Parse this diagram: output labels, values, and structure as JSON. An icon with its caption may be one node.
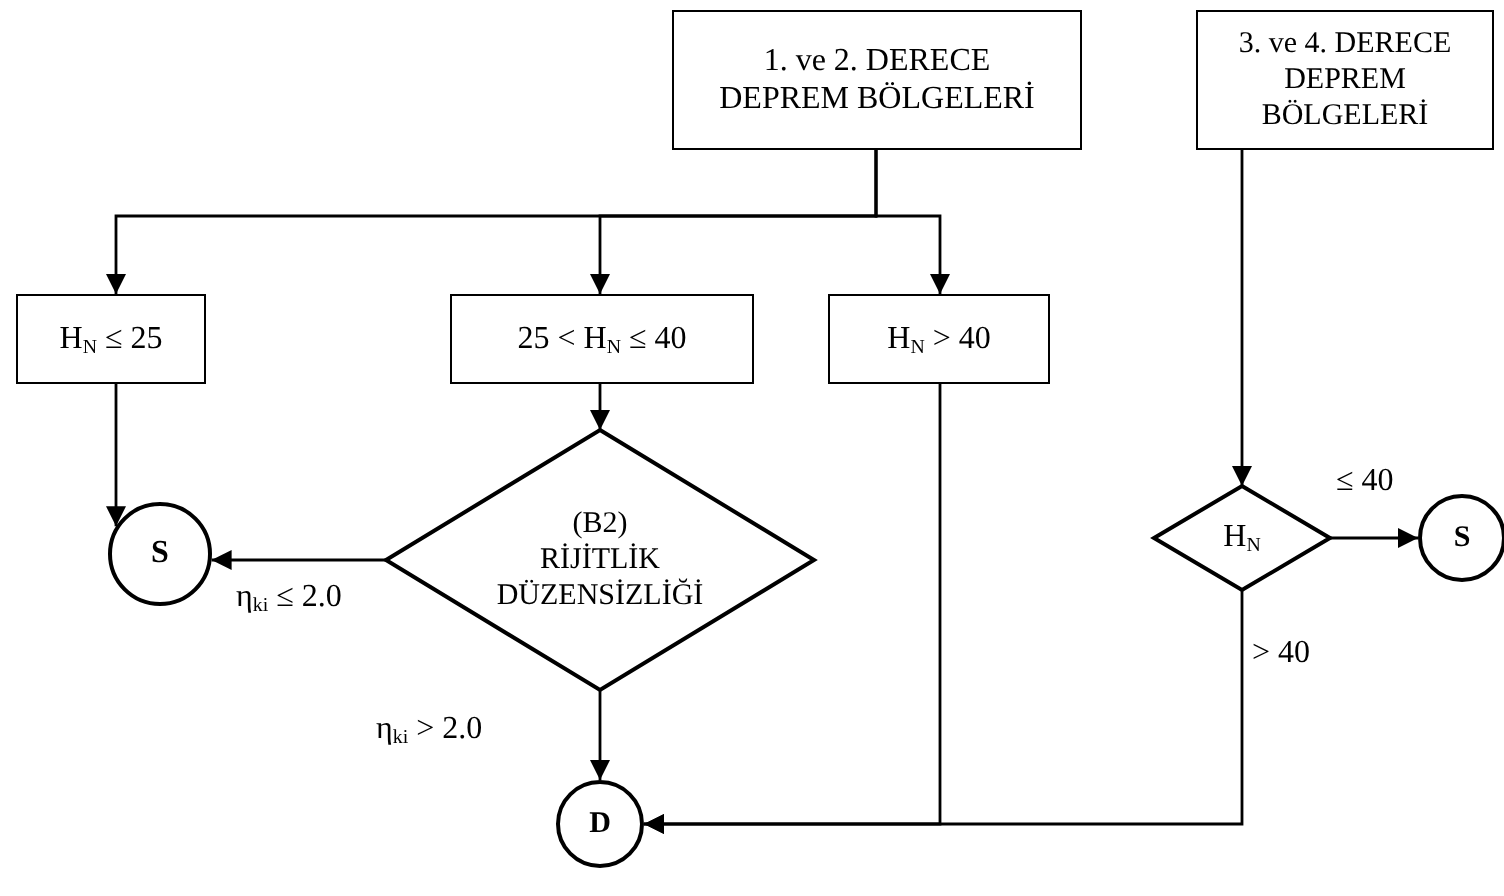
{
  "diagram": {
    "nodes": [
      {
        "text": [
          "1. ve 2. DERECE DEPREM BÖLGELERİ"
        ]
      },
      {
        "text": [
          "3. ve 4. DERECE DEPREM BÖLGELERİ"
        ]
      },
      {
        "text": [
          "H$_{N}$ ≤ 25"
        ]
      },
      {
        "text": [
          "25 < H$_{N}$ ≤ 40"
        ]
      },
      {
        "text": [
          "H$_{N}$ > 40"
        ]
      },
      {
        "text": [
          "(B2)",
          "RİJİTLİK DÜZENSİZLİĞİ"
        ]
      },
      {
        "text": [
          "S"
        ]
      },
      {
        "text": [
          "H$_{N}$"
        ]
      },
      {
        "text": [
          "S"
        ]
      },
      {
        "text": [
          "D"
        ]
      }
    ],
    "edges": [
      {
        "from": 0,
        "to": 2,
        "arrow": "to"
      },
      {
        "from": 0,
        "to": 3,
        "arrow": "to"
      },
      {
        "from": 0,
        "to": 4,
        "arrow": "to"
      },
      {
        "from": 1,
        "to": 7,
        "arrow": "to"
      },
      {
        "from": 2,
        "to": 6,
        "arrow": "to"
      },
      {
        "from": 3,
        "to": 5,
        "arrow": "to"
      },
      {
        "from": 5,
        "to": 6,
        "arrow": "to",
        "label": "η$_{ki}$ ≤ 2.0"
      },
      {
        "from": 5,
        "to": 9,
        "arrow": "to",
        "label": "η$_{ki}$ > 2.0"
      },
      {
        "from": 4,
        "to": 9,
        "arrow": "to"
      },
      {
        "from": 7,
        "to": 8,
        "arrow": "to",
        "label": "≤ 40"
      },
      {
        "from": 7,
        "to": 9,
        "arrow": "to",
        "label": "> 40"
      }
    ]
  }
}
